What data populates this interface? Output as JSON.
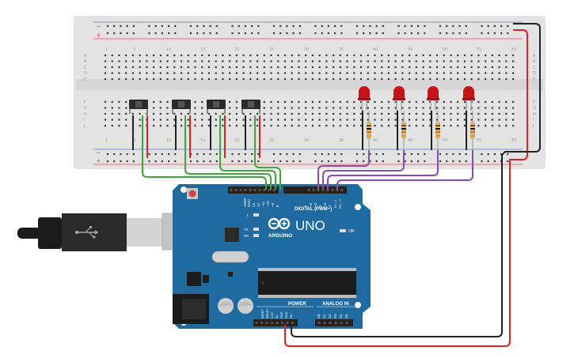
{
  "breadboard": {
    "column_numbers": [
      "1",
      "5",
      "10",
      "15",
      "20",
      "25",
      "30",
      "35",
      "40",
      "45",
      "50",
      "55",
      "60"
    ],
    "row_letters_top": [
      "A",
      "B",
      "C",
      "D",
      "E"
    ],
    "row_letters_bottom": [
      "F",
      "G",
      "H",
      "I",
      "J"
    ],
    "rail_plus": "+",
    "rail_minus": "−"
  },
  "arduino": {
    "brand": "ARDUINO",
    "model": "UNO",
    "digital_label": "DIGITAL (PWM~)",
    "digital_pins": [
      "AREF",
      "GND",
      "13",
      "12",
      "~11",
      "~10",
      "~9",
      "8",
      "7",
      "~6",
      "~5",
      "4",
      "~3",
      "2",
      "TX→1",
      "RX←0"
    ],
    "led_labels": [
      "L",
      "TX",
      "RX"
    ],
    "on_label": "ON",
    "power_label": "POWER",
    "analog_label": "ANALOG IN",
    "power_pins": [
      "IOREF",
      "RESET",
      "3.3V",
      "5V",
      "GND",
      "GND",
      "Vin"
    ],
    "analog_pins": [
      "A0",
      "A1",
      "A2",
      "A3",
      "A4",
      "A5"
    ]
  },
  "colors": {
    "board": "#1f6aa0",
    "breadboard": "#e3e3e3",
    "wire_green": "#3fa63a",
    "wire_purple": "#8a4cb0",
    "wire_red": "#dd2222",
    "wire_black": "#222222",
    "led": "#c8121a"
  }
}
